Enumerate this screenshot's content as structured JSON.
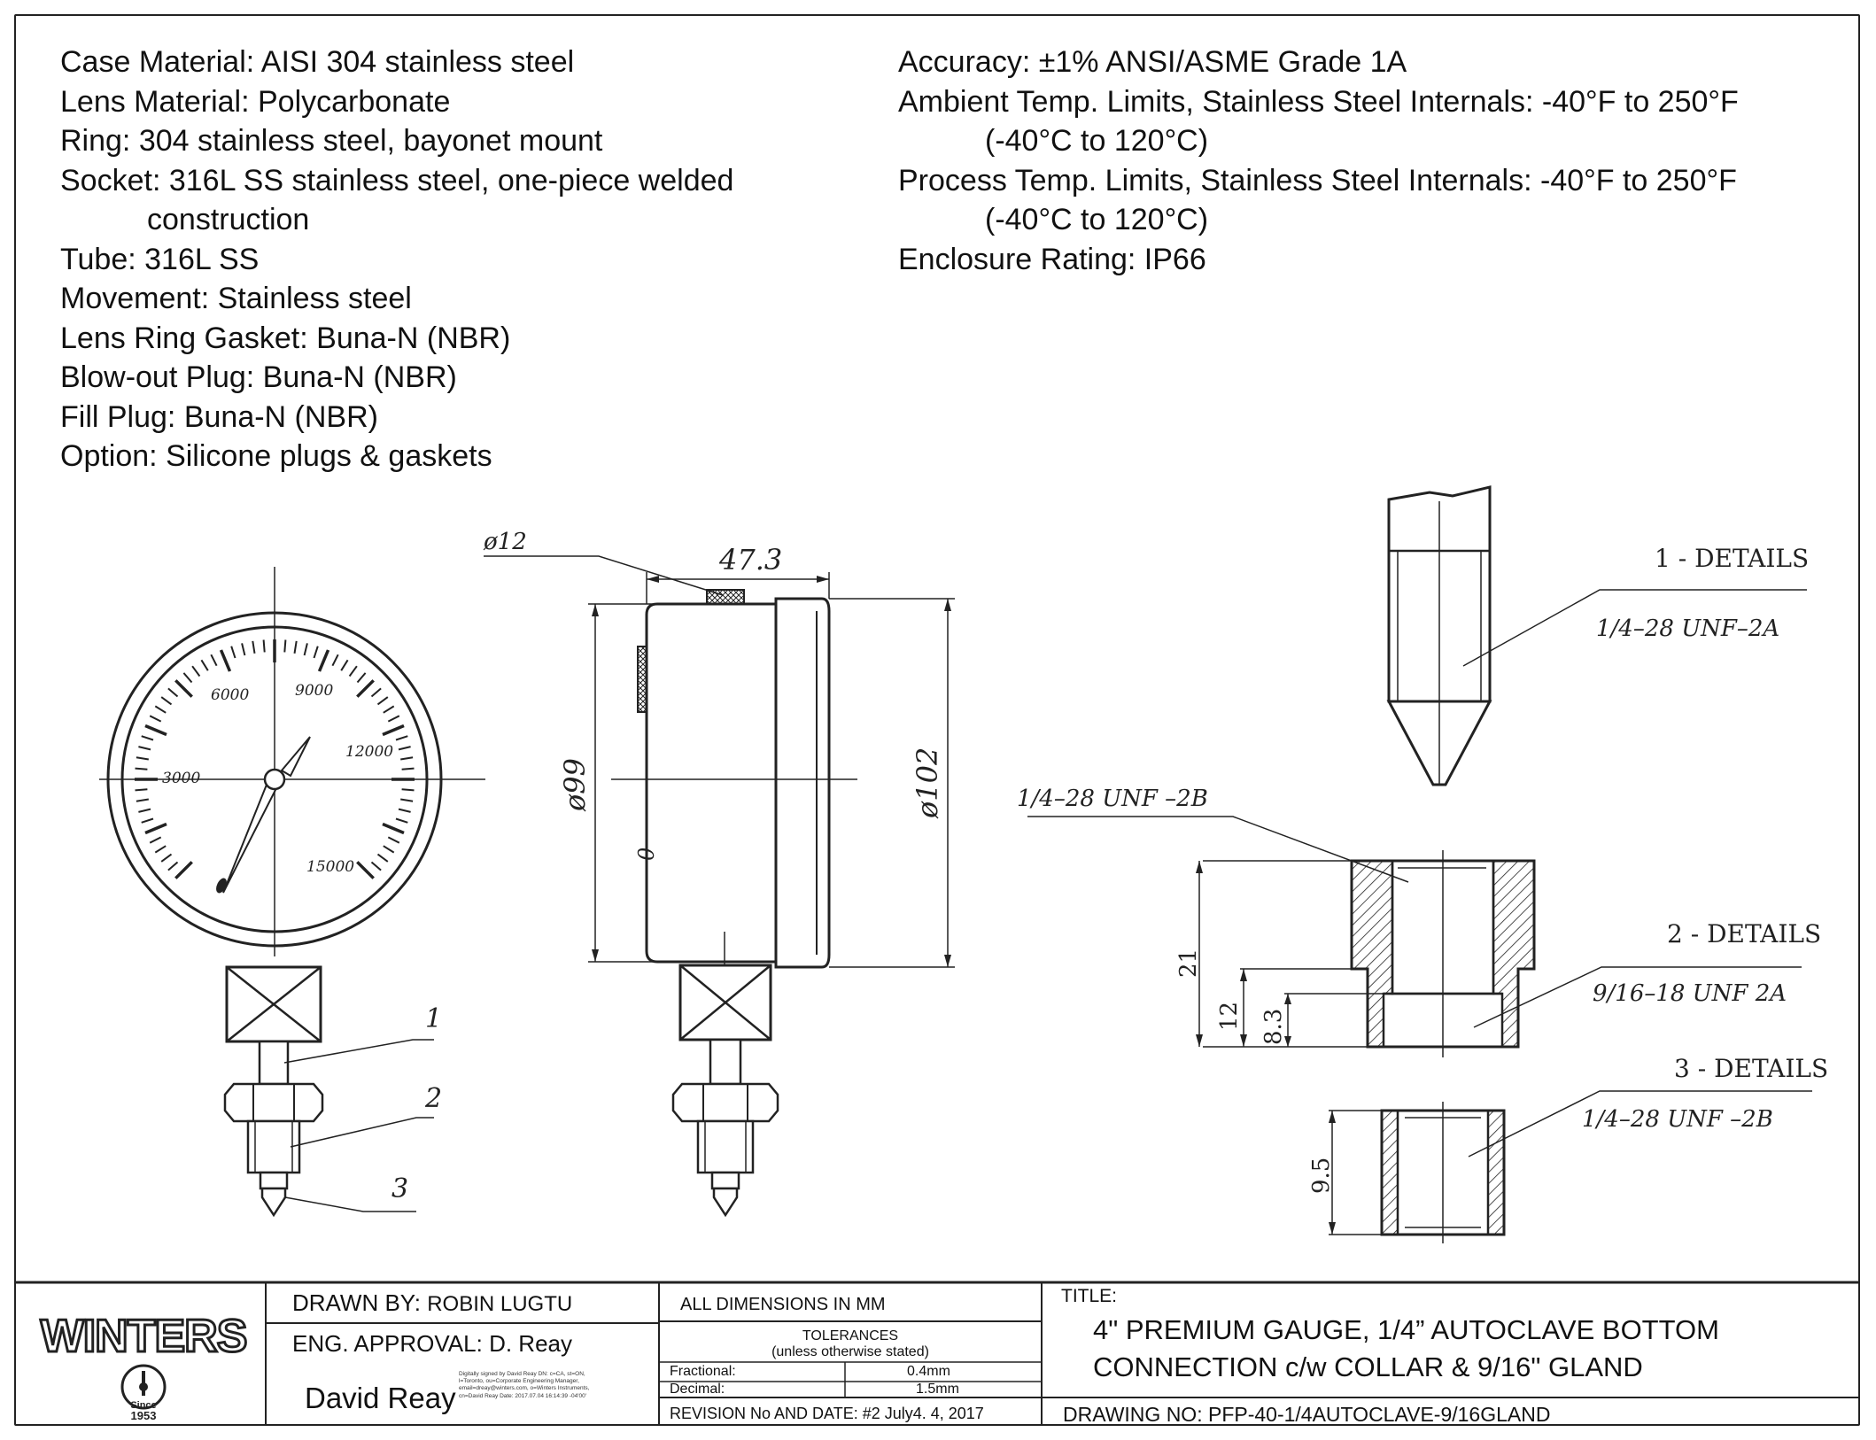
{
  "specs_left": [
    "Case Material: AISI 304 stainless steel",
    "Lens Material: Polycarbonate",
    "Ring: 304 stainless steel, bayonet mount",
    "Socket: 316L SS  stainless steel, one-piece welded",
    "construction",
    "Tube: 316L SS",
    "Movement: Stainless steel",
    "Lens Ring Gasket: Buna-N (NBR)",
    "Blow-out Plug: Buna-N (NBR)",
    "Fill Plug: Buna-N (NBR)",
    "Option: Silicone plugs & gaskets"
  ],
  "specs_right": [
    "Accuracy: ±1% ANSI/ASME Grade 1A",
    "Ambient Temp. Limits, Stainless Steel Internals: -40°F to 250°F",
    "(-40°C to 120°C)",
    "Process Temp. Limits, Stainless Steel Internals: -40°F to 250°F",
    "(-40°C to 120°C)",
    "Enclosure Rating: IP66"
  ],
  "gauge": {
    "dial_labels": [
      "3000",
      "6000",
      "9000",
      "12000",
      "15000"
    ],
    "callouts": [
      "1",
      "2",
      "3"
    ]
  },
  "side_view": {
    "dim_width": "47.3",
    "dim_plug": "ø12",
    "dim_case": "ø99",
    "dim_bezel": "ø102",
    "zero_mark": "0"
  },
  "details": {
    "d1_title": "1 - DETAILS",
    "d1_thread": "1/4–28  UNF–2A",
    "d2_top_thread": "1/4–28  UNF  –2B",
    "d2_title": "2 - DETAILS",
    "d2_thread": "9/16–18  UNF  2A",
    "d2_dims": [
      "21",
      "12",
      "8.3"
    ],
    "d3_title": "3 - DETAILS",
    "d3_thread": "1/4–28  UNF  –2B",
    "d3_dim": "9.5"
  },
  "title_block": {
    "logo_text": "WINTERS",
    "logo_since": "Since",
    "logo_year": "1953",
    "drawn_by_label": "DRAWN BY:",
    "drawn_by": "ROBIN LUGTU",
    "eng_label": "ENG. APPROVAL:",
    "eng_name": "D. Reay",
    "signature": "David Reay",
    "signature_note": "Digitally signed by David Reay DN: c=CA, st=ON, l=Toronto, ou=Corporate Engineering Manager, email=dreay@winters.com, o=Winters Instruments, cn=David Reay Date: 2017.07.04 16:14:39 -04'00'",
    "all_dims": "ALL DIMENSIONS IN  MM",
    "tolerances": "TOLERANCES",
    "tolerances_note": "(unless otherwise stated)",
    "fractional_label": "Fractional:",
    "fractional_value": "0.4mm",
    "decimal_label": "Decimal:",
    "decimal_value": "1.5mm",
    "revision": "REVISION No AND DATE: #2 July4. 4, 2017",
    "title_label": "TITLE:",
    "title_line1": "4\" PREMIUM GAUGE, 1/4” AUTOCLAVE BOTTOM",
    "title_line2": "CONNECTION c/w COLLAR & 9/16\" GLAND",
    "drawing_no_label": "DRAWING NO:",
    "drawing_no": "PFP-40-1/4AUTOCLAVE-9/16GLAND"
  }
}
